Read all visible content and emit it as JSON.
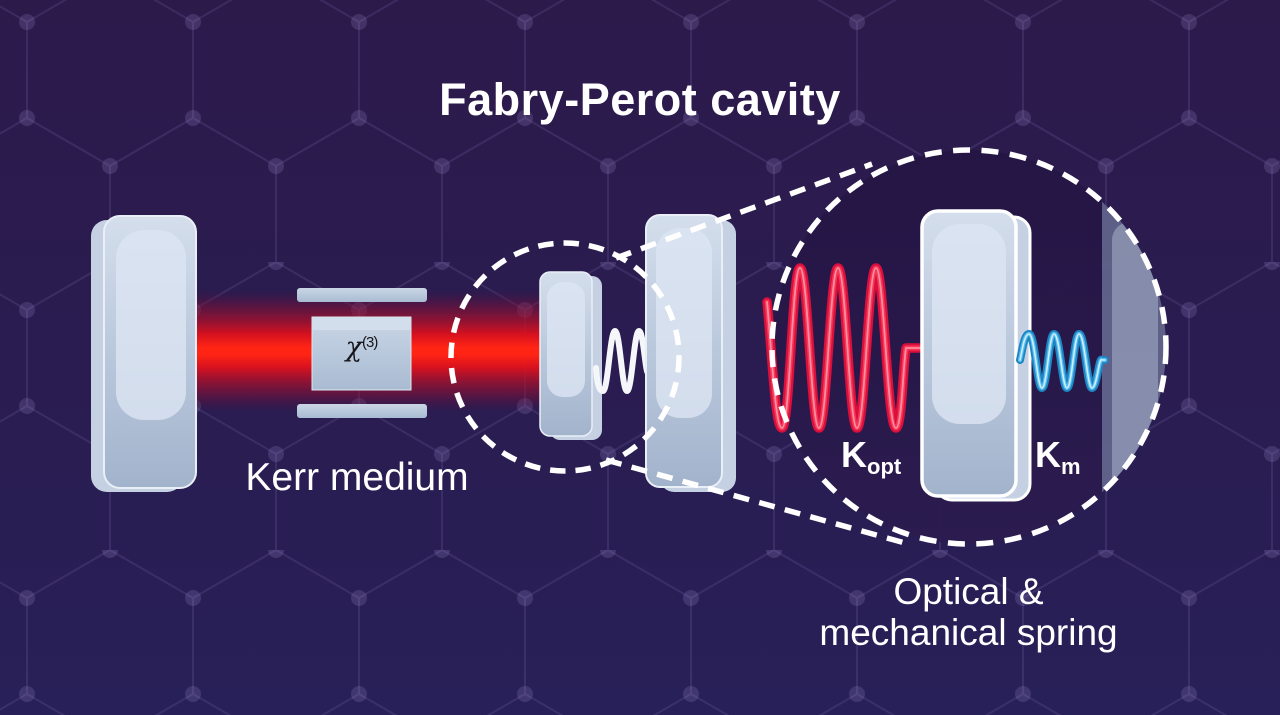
{
  "title": "Fabry-Perot cavity",
  "diagram": {
    "kerr_label": "Kerr medium",
    "kerr_symbol": {
      "base": "χ",
      "sup": "(3)"
    },
    "k_opt": {
      "base": "K",
      "sub": "opt"
    },
    "k_m": {
      "base": "K",
      "sub": "m"
    },
    "caption_line1": "Optical &",
    "caption_line2": "mechanical spring"
  },
  "colors": {
    "background_top": "#2c1a4b",
    "background_bottom": "#282058",
    "laser_beam_core": "#ff2414",
    "optical_spring_red": "#f4375a",
    "mechanical_spring_blue": "#55bdf0",
    "coupling_spring_white": "#f4f6fa",
    "mirror_face": "#bac8dc",
    "callout_dash": "#ffffff",
    "text": "#ffffff"
  }
}
